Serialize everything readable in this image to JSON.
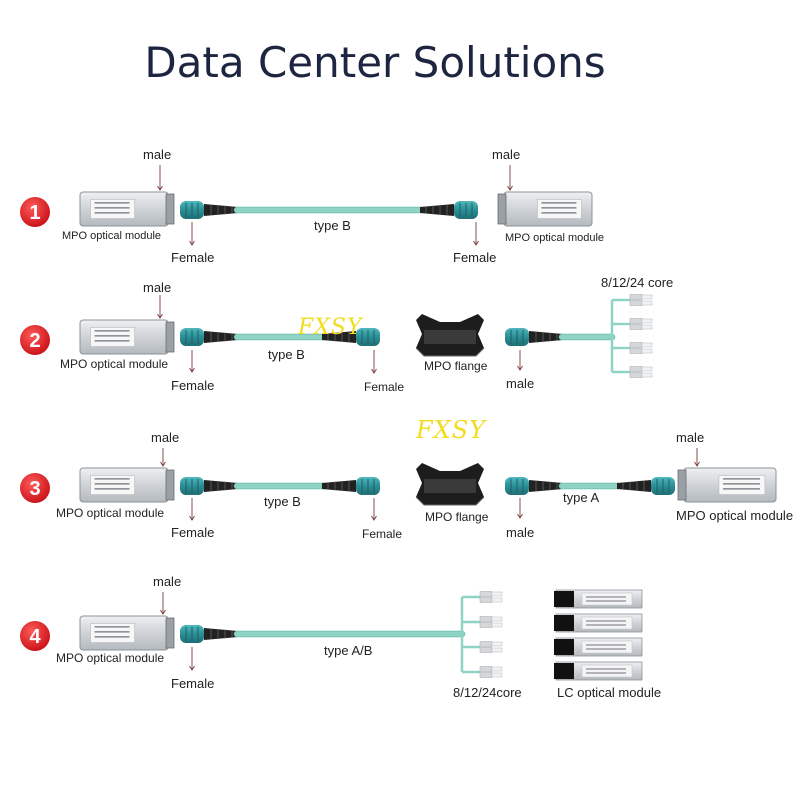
{
  "title": "Data Center Solutions",
  "watermark": "FXSY",
  "colors": {
    "cable": "#8fd3c4",
    "cable_edge": "#6bbfae",
    "connector": "#2f9aa1",
    "boot": "#222222",
    "badge": "#e21b22",
    "module": "#d8dadd",
    "title": "#1d2540"
  },
  "rows": [
    {
      "badge": "1",
      "labels": {
        "male_left": "male",
        "module_left": "MPO optical module",
        "female_left": "Female",
        "type": "type B",
        "male_right": "male",
        "module_right": "MPO optical module",
        "female_right": "Female"
      }
    },
    {
      "badge": "2",
      "labels": {
        "male_left": "male",
        "module_left": "MPO optical module",
        "female_left": "Female",
        "type": "type B",
        "female_mid": "Female",
        "flange": "MPO flange",
        "male_right": "male",
        "core": "8/12/24 core"
      }
    },
    {
      "badge": "3",
      "labels": {
        "male_left": "male",
        "module_left": "MPO optical module",
        "female_left": "Female",
        "type": "type B",
        "female_mid": "Female",
        "flange": "MPO flange",
        "male_mid": "male",
        "type_right": "type A",
        "male_right": "male",
        "module_right": "MPO optical module"
      }
    },
    {
      "badge": "4",
      "labels": {
        "male_left": "male",
        "module_left": "MPO optical module",
        "female_left": "Female",
        "type": "type A/B",
        "core": "8/12/24core",
        "lc_module": "LC optical module"
      }
    }
  ]
}
